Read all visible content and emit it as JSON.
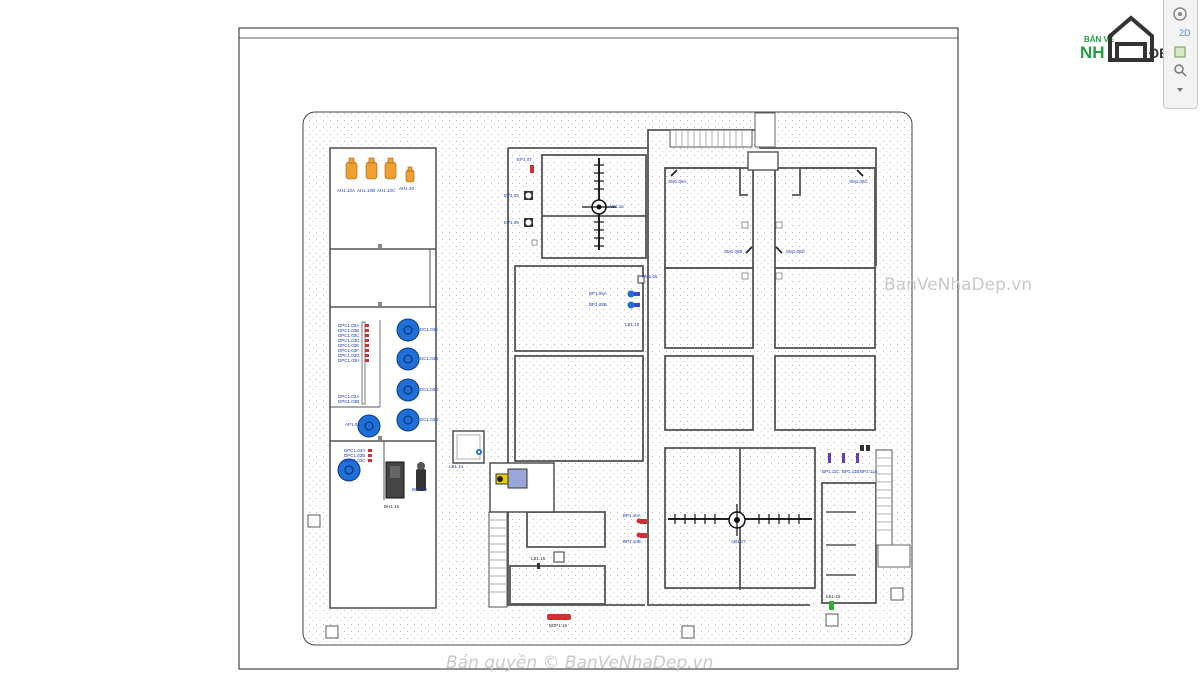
{
  "logo": {
    "line1": "BẢN VẼ",
    "line2a": "NH",
    "line2b": "ĐẸP"
  },
  "toolbar": {
    "view_mode": "2D",
    "items": [
      "view-cube-icon",
      "pan-icon",
      "zoom-icon",
      "menu-chevron-icon"
    ]
  },
  "watermark": {
    "right": "BanVeNhaDep.vn",
    "bottom": "Bản quyền © BanVeNhaDep.vn"
  },
  "colors": {
    "tank_orange": "#f0a030",
    "pump_blue": "#1e6fd8",
    "valve_red": "#d03030",
    "label_blue": "#1a3cb8",
    "wall": "#555555"
  },
  "tags": {
    "ah1_10a": "AH1.10A",
    "ah1_10b": "AH1.10B",
    "ah1_10c": "AH1.10C",
    "ah1_20": "AH1.20",
    "ep1_07": "EP1.07",
    "ep1_08": "EP1.08",
    "ep1_09": "EP1.09",
    "ep1_20": "EP1.20",
    "bp1_05a": "BP1.05A",
    "bp1_05b": "BP1.05B",
    "pm1_05": "PM1.05",
    "lb1_10": "LB1.10",
    "sm1_06a": "SM1.06A",
    "sm1_06c": "SM1.06C",
    "sm1_06b": "SM1.06B",
    "sm1_06d": "SM1.06D",
    "dpc_list": [
      "DPC1.03A",
      "DPC1.03B",
      "DPC1.03C",
      "DPC1.03D",
      "DPC1.03E",
      "DPC1.03F",
      "DPC1.03G",
      "DPC1.03H"
    ],
    "dpc_low": [
      "DPC1.03A",
      "DPC1.03B"
    ],
    "dpc_bottom": [
      "DPC1.03A",
      "DPC1.03B",
      "DPC1.03C"
    ],
    "pump_tags": [
      "DC1.03A",
      "DC1.03B",
      "DC1.03C",
      "DC1.03D"
    ],
    "ap1": "AP1.01",
    "bh1_16": "BH1.16",
    "bc1_16": "BC1.16",
    "lb1_16": "LB1.16",
    "bp1_10a": "BP1.10A",
    "bp1_10b": "BP1.10B",
    "ab1_16": "AB1.16",
    "bp1_11c": "BP1.11C",
    "bp1_11b": "BP1.11B",
    "bp1_11a": "BP1.11A",
    "lb1_14": "LB1.14",
    "lb1_15": "LB1.15",
    "ab1_17": "AB1.17",
    "bdp1_16": "BDP1.16"
  }
}
